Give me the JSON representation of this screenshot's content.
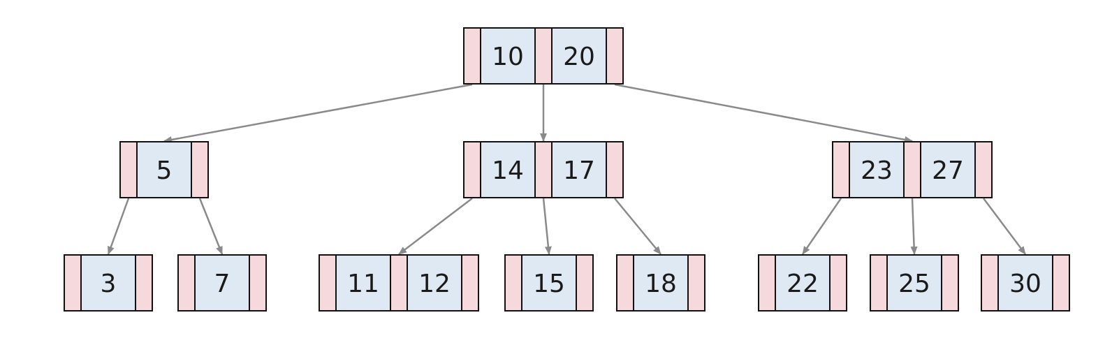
{
  "colors": {
    "key_fill": "#dfe9f3",
    "pointer_fill": "#f6d9dd",
    "border": "#111111",
    "edge": "#8a8a8a"
  },
  "tree": {
    "root": {
      "keys": [
        "10",
        "20"
      ]
    },
    "level1": [
      {
        "keys": [
          "5"
        ]
      },
      {
        "keys": [
          "14",
          "17"
        ]
      },
      {
        "keys": [
          "23",
          "27"
        ]
      }
    ],
    "leaves": [
      {
        "keys": [
          "3"
        ]
      },
      {
        "keys": [
          "7"
        ]
      },
      {
        "keys": [
          "11",
          "12"
        ]
      },
      {
        "keys": [
          "15"
        ]
      },
      {
        "keys": [
          "18"
        ]
      },
      {
        "keys": [
          "22"
        ]
      },
      {
        "keys": [
          "25"
        ]
      },
      {
        "keys": [
          "30"
        ]
      }
    ]
  }
}
